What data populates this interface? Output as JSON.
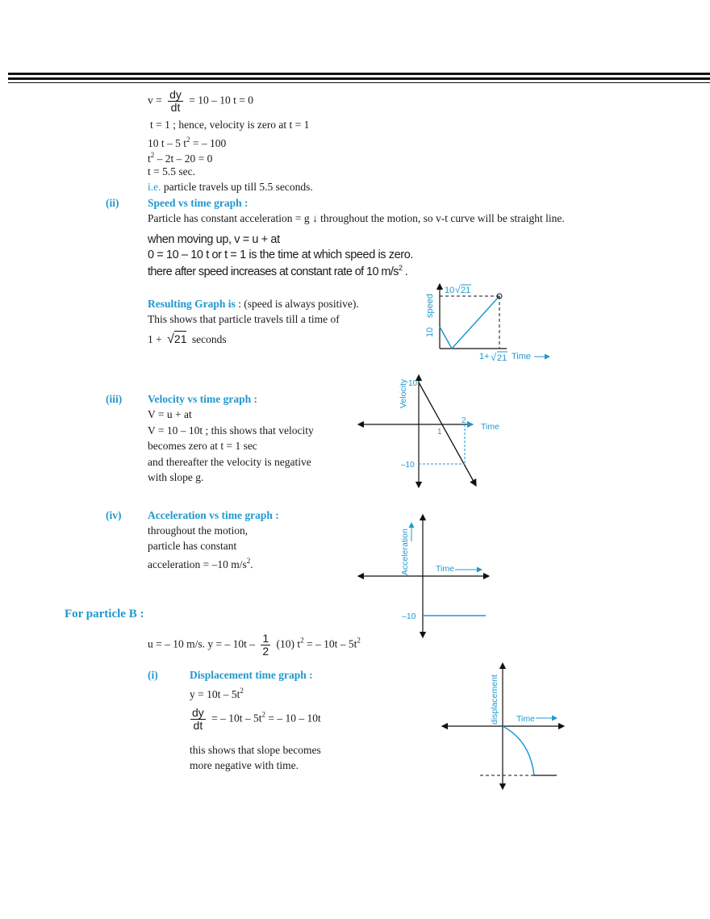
{
  "colors": {
    "accent": "#1f98cf",
    "text": "#1a1a1a"
  },
  "header_rules": true,
  "part_a_cont": {
    "v_lhs": "v =",
    "dy": "dy",
    "dt": "dt",
    "v_rhs": "= 10 – 10 t = 0",
    "line2": "t = 1 ; hence, velocity is zero at t = 1",
    "line3a": "10 t – 5 t",
    "line3b": "2",
    "line3c": " = – 100",
    "line4a": "t",
    "line4b": "2",
    "line4c": " – 2t – 20 = 0",
    "line5": "t = 5.5 sec.",
    "ie": "i.e.",
    "line6": " particle travels up till 5.5 seconds."
  },
  "speed": {
    "num": "(ii)",
    "heading": "Speed vs time graph :",
    "text1": "Particle has constant acceleration = g ↓ throughout the motion, so v-t curve will be straight line.",
    "sans1": "when moving up, v = u + at",
    "sans2": "0 = 10 – 10 t or t = 1 is the time at which speed is zero.",
    "sans3a": "there after speed increases at constant rate of  10 m/s",
    "sans3b": "2",
    "sans3c": " .",
    "result_label": "Resulting Graph is",
    "result_rest": " : (speed is always positive).",
    "shows": "This shows that particle travels till a time of",
    "one_plus": "1 +",
    "sqrt_val": "21",
    "seconds": "seconds",
    "graph": {
      "ylabel": "speed",
      "top_label_a": "10",
      "top_label_b": "21",
      "left_label": "10",
      "x_label_a": "1+",
      "x_label_b": "21",
      "time": "Time"
    }
  },
  "velocity": {
    "num": "(iii)",
    "heading": "Velocity vs time graph :",
    "l1": "V = u + at",
    "l2": "V = 10 – 10t ; this shows that velocity",
    "l3": "becomes zero at t = 1 sec",
    "l4": "and thereafter the velocity is negative",
    "l5": "with slope g.",
    "graph": {
      "ylabel": "Velocity",
      "y_top": "10",
      "y_bottom": "–10",
      "t1": "1",
      "t2": "2",
      "time": "Time"
    }
  },
  "acceleration": {
    "num": "(iv)",
    "heading": "Acceleration vs time graph :",
    "l1": "throughout the motion,",
    "l2": "particle has constant",
    "l3a": "acceleration = –10 m/s",
    "l3b": "2",
    "l3c": ".",
    "graph": {
      "ylabel": "Acceleration",
      "time": "Time",
      "level": "–10"
    }
  },
  "particle_b": {
    "heading": "For particle B :",
    "eq_a": "u = – 10 m/s. y = – 10t –",
    "half_num": "1",
    "half_den": "2",
    "eq_b": "(10) t",
    "eq_b_sup": "2",
    "eq_c": " = – 10t – 5t",
    "eq_c_sup": "2",
    "disp": {
      "num": "(i)",
      "heading": "Displacement time graph :",
      "l1a": "y = 10t – 5t",
      "l1b": "2",
      "dy": "dy",
      "dt": "dt",
      "deriv_a": "= – 10t – 5t",
      "deriv_b": "2",
      "deriv_c": " = – 10 – 10t",
      "l3": "this shows that slope becomes",
      "l4": "more negative with time.",
      "graph": {
        "ylabel": "displacement",
        "time": "Time"
      }
    }
  }
}
